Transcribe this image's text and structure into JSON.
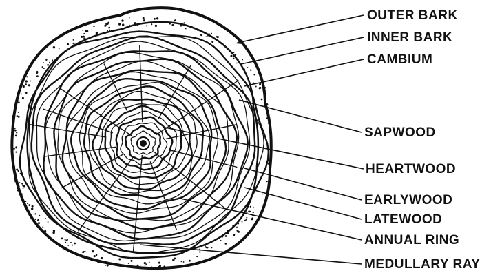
{
  "diagram": {
    "labels": [
      {
        "key": "outer_bark",
        "text": "OUTER BARK"
      },
      {
        "key": "inner_bark",
        "text": "INNER BARK"
      },
      {
        "key": "cambium",
        "text": "CAMBIUM"
      },
      {
        "key": "sapwood",
        "text": "SAPWOOD"
      },
      {
        "key": "heartwood",
        "text": "HEARTWOOD"
      },
      {
        "key": "earlywood",
        "text": "EARLYWOOD"
      },
      {
        "key": "latewood",
        "text": "LATEWOOD"
      },
      {
        "key": "annual_ring",
        "text": "ANNUAL RING"
      },
      {
        "key": "medullary_ray",
        "text": "MEDULLARY RAY"
      }
    ]
  },
  "colors": {
    "ink": "#111111",
    "background": "#ffffff"
  }
}
